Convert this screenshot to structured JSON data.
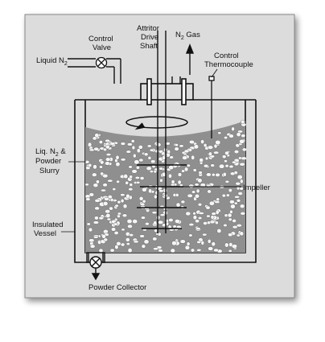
{
  "diagram": {
    "labels": {
      "liquid_n2": "Liquid N",
      "liquid_n2_sub": "2",
      "control_valve_1": "Control",
      "control_valve_2": "Valve",
      "attritor_1": "Attritor",
      "attritor_2": "Drive",
      "attritor_3": "Shaft",
      "n2_gas": "N",
      "n2_gas_sub": "2",
      "n2_gas_suffix": " Gas",
      "control_tc_1": "Control",
      "control_tc_2": "Thermocouple",
      "slurry_1": "Liq. N",
      "slurry_1_sub": "2",
      "slurry_1_suffix": " &",
      "slurry_2": "Powder",
      "slurry_3": "Slurry",
      "impeller": "Impeller",
      "vessel_1": "Insulated",
      "vessel_2": "Vessel",
      "powder_collector": "Powder Collector"
    },
    "colors": {
      "frame_bg": "#dcdcdc",
      "slurry": "#8f8f8f",
      "particle": "#f5f5f5",
      "line": "#111111"
    }
  }
}
